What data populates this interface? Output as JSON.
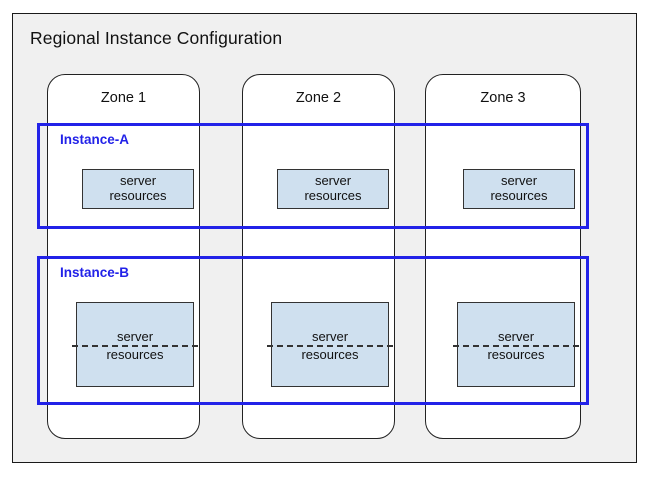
{
  "diagram": {
    "title": "Regional Instance Configuration",
    "frame_border_color": "#1a1a1a",
    "panel_background": "#f0f0f0"
  },
  "zones": [
    {
      "label": "Zone 1"
    },
    {
      "label": "Zone 2"
    },
    {
      "label": "Zone 3"
    }
  ],
  "instances": [
    {
      "label": "Instance-A",
      "accent_color": "#2222e8",
      "style": "plain",
      "nodes": [
        {
          "line1": "server",
          "line2": "resources"
        },
        {
          "line1": "server",
          "line2": "resources"
        },
        {
          "line1": "server",
          "line2": "resources"
        }
      ]
    },
    {
      "label": "Instance-B",
      "accent_color": "#2222e8",
      "style": "split",
      "nodes": [
        {
          "line1": "server",
          "line2": "resources"
        },
        {
          "line1": "server",
          "line2": "resources"
        },
        {
          "line1": "server",
          "line2": "resources"
        }
      ]
    }
  ],
  "node_fill_color": "#cfe0ef"
}
